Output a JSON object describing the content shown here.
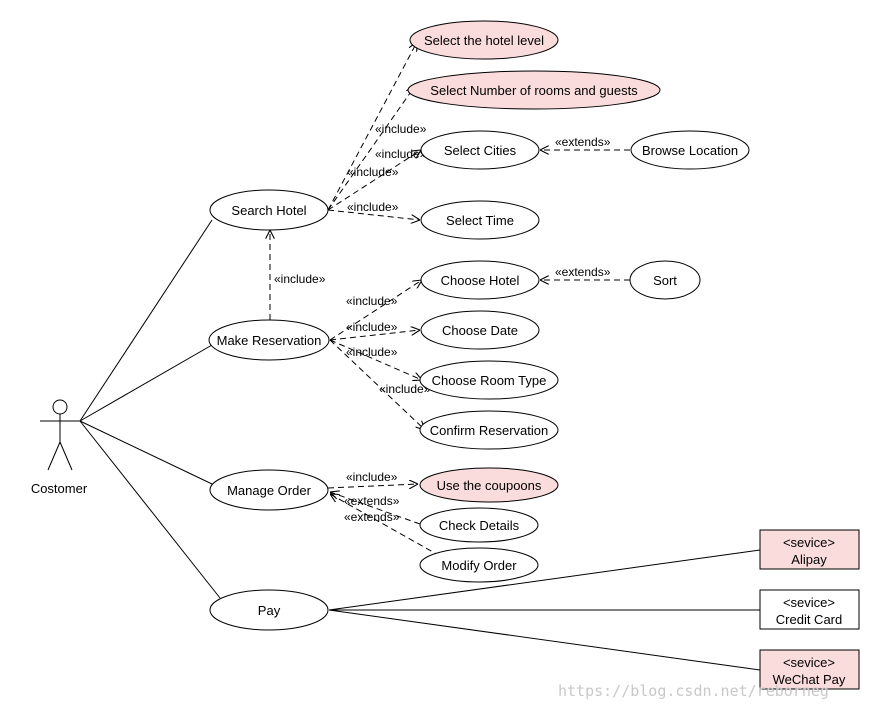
{
  "actor": {
    "name": "Costomer"
  },
  "use_cases": {
    "search_hotel": "Search Hotel",
    "make_reservation": "Make Reservation",
    "manage_order": "Manage Order",
    "pay": "Pay",
    "select_hotel_level": "Select the hotel level",
    "select_rooms_guests": "Select Number of rooms and guests",
    "select_cities": "Select Cities",
    "browse_location": "Browse Location",
    "select_time": "Select Time",
    "choose_hotel": "Choose Hotel",
    "sort": "Sort",
    "choose_date": "Choose Date",
    "choose_room_type": "Choose Room Type",
    "confirm_reservation": "Confirm Reservation",
    "use_coupons": "Use the coupoons",
    "check_details": "Check Details",
    "modify_order": "Modify Order"
  },
  "services": {
    "stereotype": "<sevice>",
    "alipay": "Alipay",
    "credit_card": "Credit Card",
    "wechat_pay": "WeChat Pay"
  },
  "stereotypes": {
    "include": "«include»",
    "extends": "«extends»"
  },
  "highlight_color": "#fadcdc",
  "watermark": "https://blog.csdn.net/reborneg"
}
